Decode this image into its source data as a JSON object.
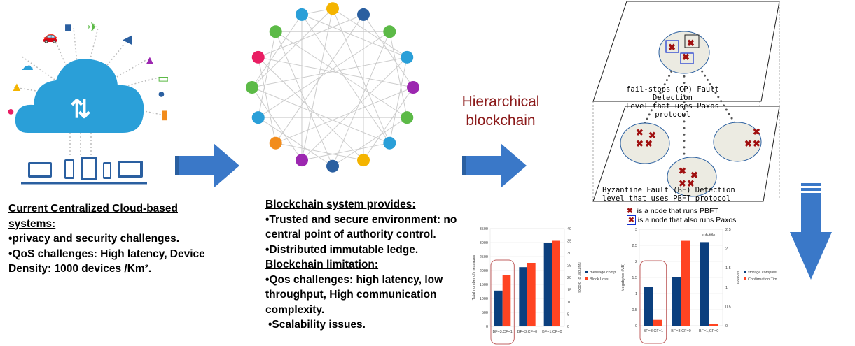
{
  "left_panel": {
    "title": "Current Centralized Cloud-based systems:",
    "bullets": [
      "•privacy and security challenges.",
      "•QoS challenges: High latency, Device Density: 1000 devices /Km²."
    ]
  },
  "middle_panel": {
    "title1": "Blockchain system provides:",
    "bullets1": [
      "•Trusted and secure environment: no central point of authority control.",
      "•Distributed immutable ledge."
    ],
    "title2": "Blockchain limitation:",
    "bullets2": [
      "•Qos challenges: high latency, low throughput, High communication complexity.",
      "•Scalability issues."
    ]
  },
  "hierarchical_label": "Hierarchical blockchain",
  "planes": {
    "top_label": [
      "fail-stops (CP) Fault Detection",
      "Level that uses Paxos protocol"
    ],
    "bottom_label": [
      "Byzantine Fault (BF) Detection",
      "level that uses PBFT protocol"
    ]
  },
  "legend": {
    "pbft": "is a node that runs PBFT",
    "paxos": "is a node that also runs Paxos"
  },
  "colors": {
    "blue": "#0b3f7e",
    "orange": "#ff4422",
    "node": "#a01010",
    "arrow": "#3a78c8",
    "title_red": "#8b1a1a"
  },
  "chart_data": [
    {
      "type": "bar",
      "categories": [
        "BF=3,CF=1",
        "BF=3,CF=0",
        "BF=1,CF=0"
      ],
      "series": [
        {
          "name": "message complexity",
          "axis": "left",
          "values": [
            1280,
            2120,
            3000
          ]
        },
        {
          "name": "Block Loss",
          "axis": "right",
          "values": [
            21,
            26,
            35
          ]
        }
      ],
      "ylabel": "Total number of messages",
      "y2label": "Number of Blocks",
      "ylim": [
        0,
        3500
      ],
      "y2lim": [
        0,
        40
      ],
      "yticks": [
        "0",
        "500",
        "1000",
        "1500",
        "2000",
        "2500",
        "3000",
        "3500"
      ],
      "y2ticks": [
        "0",
        "5",
        "10",
        "15",
        "20",
        "25",
        "30",
        "35",
        "40"
      ],
      "highlight": "BF=3,CF=1",
      "legend": "right"
    },
    {
      "type": "bar",
      "categories": [
        "BF=3,CF=1",
        "BF=3,CF=0",
        "BF=1,CF=0"
      ],
      "series": [
        {
          "name": "storage complexity",
          "axis": "left",
          "values": [
            1.2,
            1.52,
            2.6
          ]
        },
        {
          "name": "Confirmation Time",
          "axis": "right",
          "values": [
            0.15,
            2.2,
            0.05
          ]
        }
      ],
      "title": "sub-title",
      "ylabel": "Megabytes (MB)",
      "y2label": "seconds",
      "ylim": [
        0,
        3
      ],
      "y2lim": [
        0,
        2.5
      ],
      "yticks": [
        "0",
        "0.5",
        "1",
        "1.5",
        "2",
        "2.5",
        "3"
      ],
      "y2ticks": [
        "0",
        "0.5",
        "1",
        "1.5",
        "2",
        "2.5"
      ],
      "highlight": "BF=3,CF=1",
      "legend": "right"
    }
  ]
}
